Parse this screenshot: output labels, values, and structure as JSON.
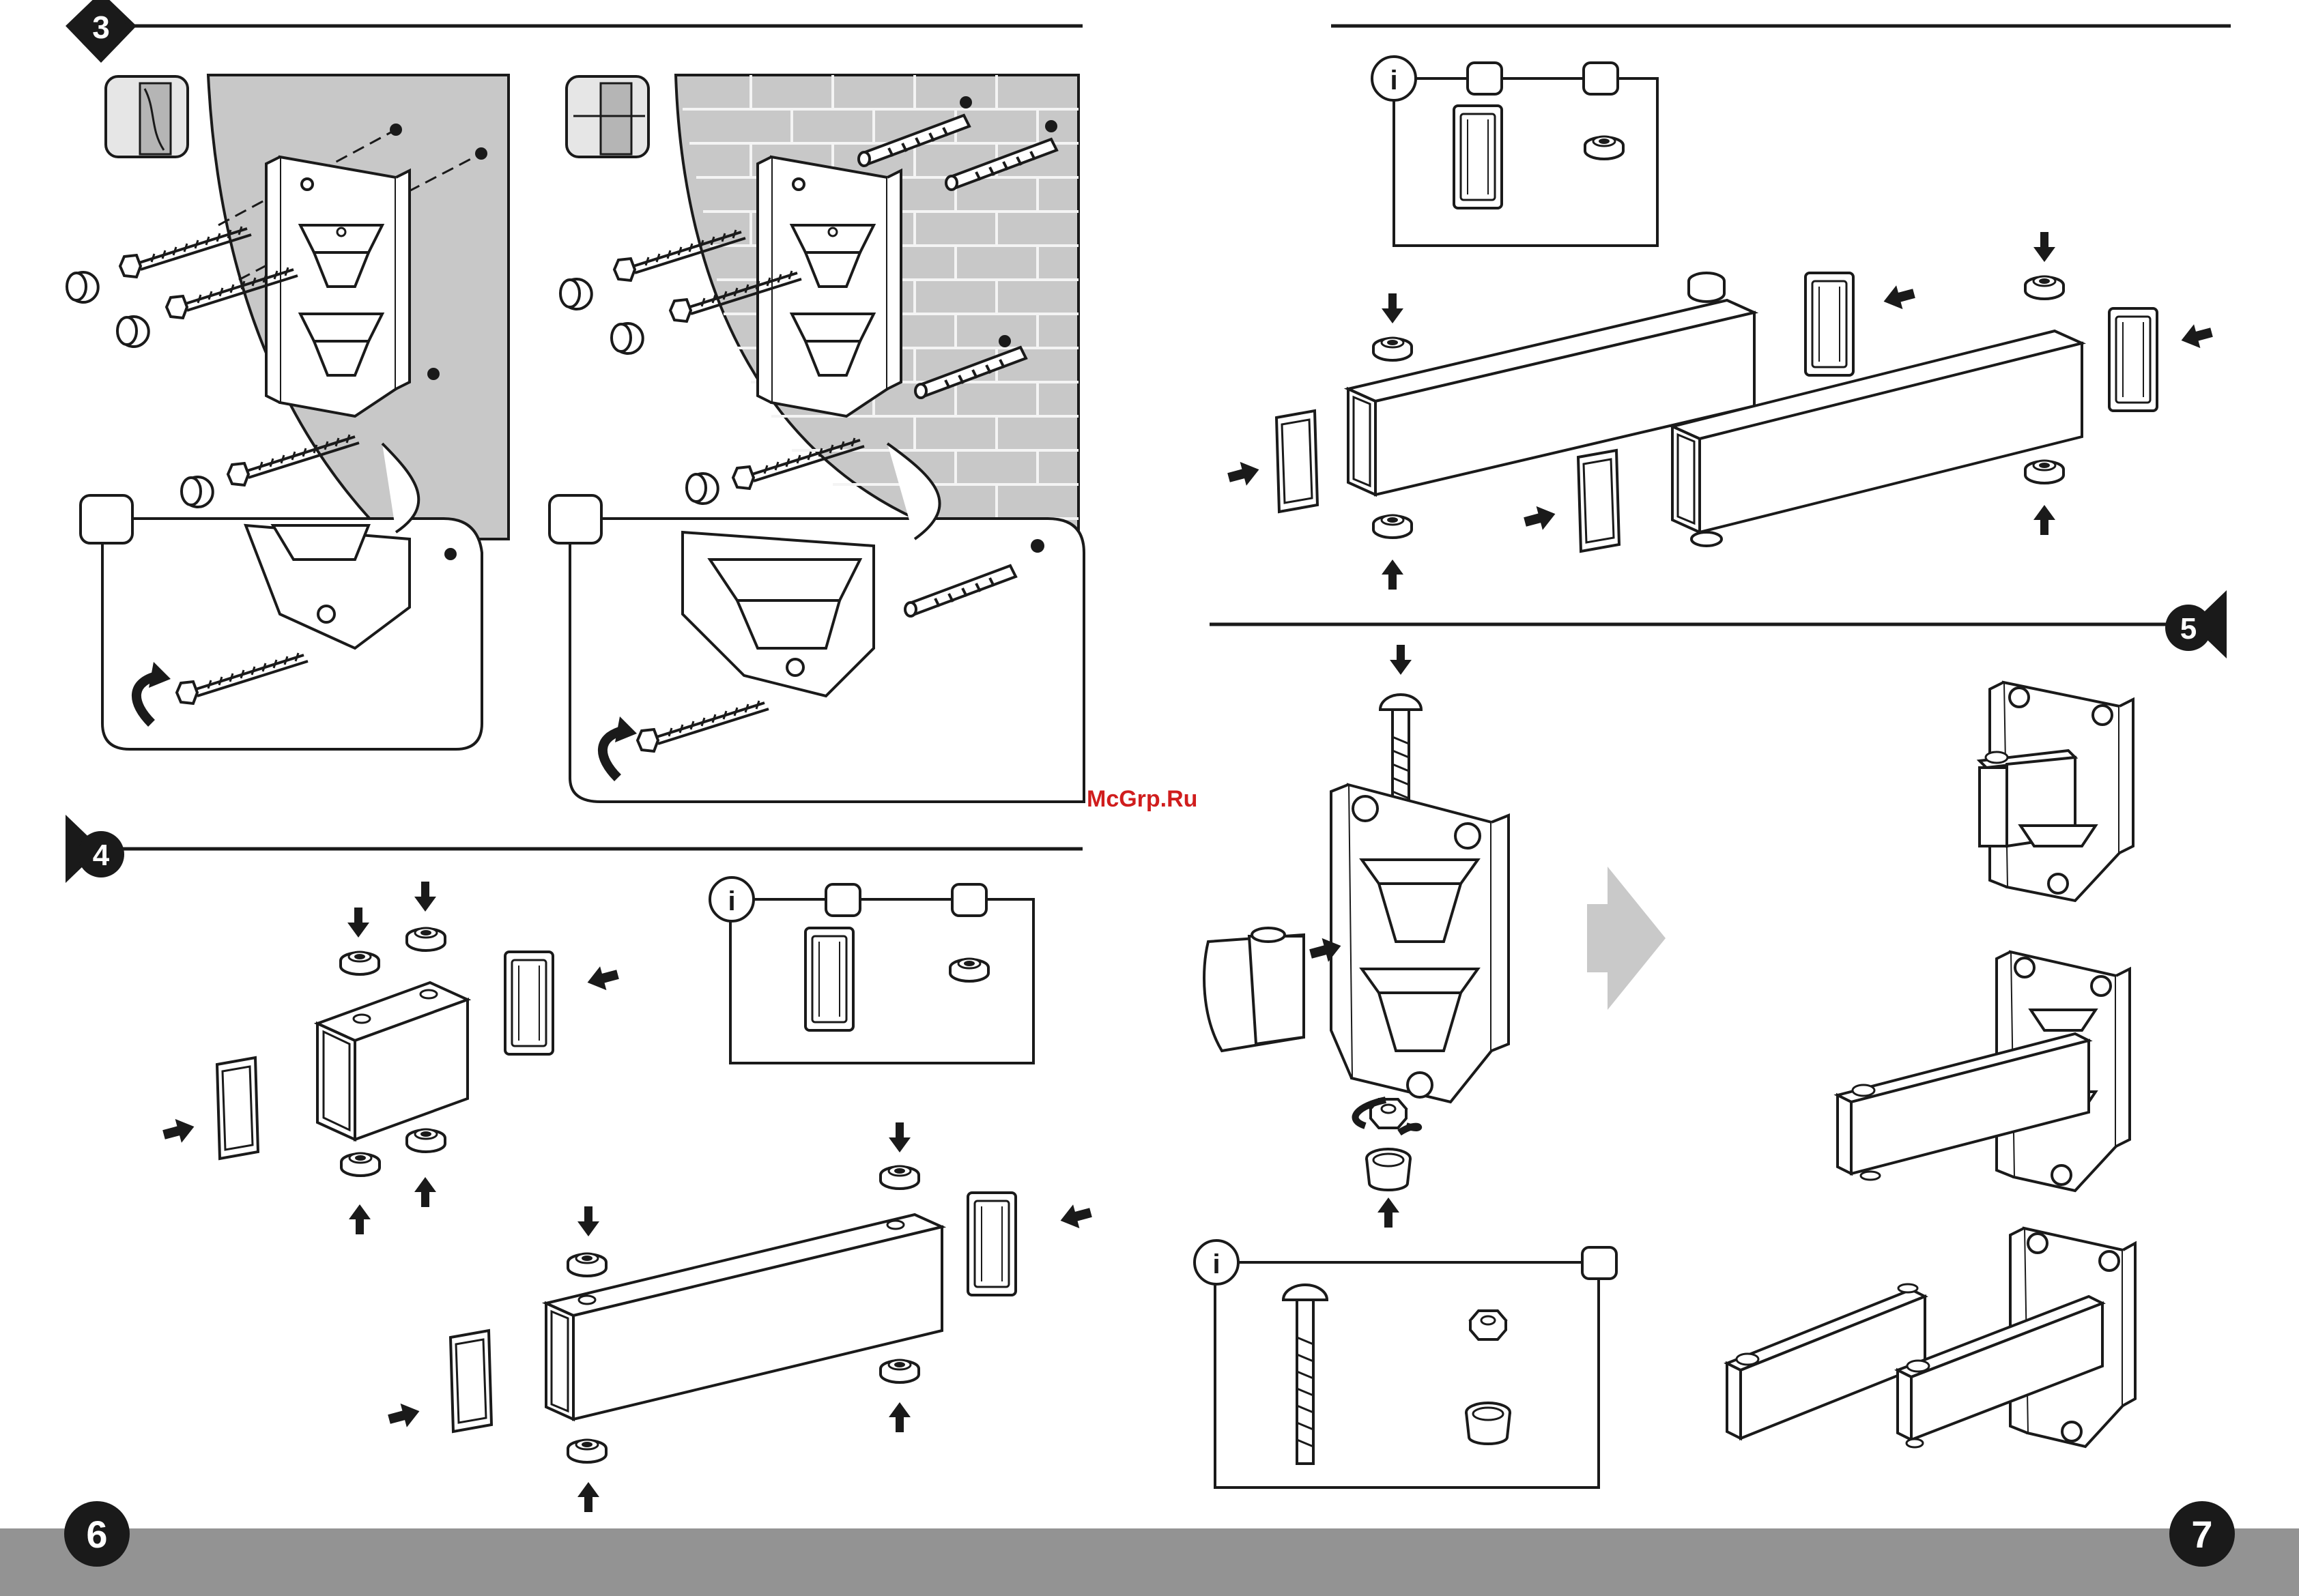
{
  "steps": {
    "step3": "3",
    "step4": "4",
    "step5": "5"
  },
  "pages": {
    "left": "6",
    "right": "7"
  },
  "watermark": "McGrp.Ru",
  "icons": {
    "info": "i"
  },
  "colors": {
    "ink": "#1a1a1a",
    "wall": "#c8c8c8",
    "footer": "#939393",
    "arrow_gray": "#c9c9c9",
    "watermark": "#d01d1d"
  }
}
